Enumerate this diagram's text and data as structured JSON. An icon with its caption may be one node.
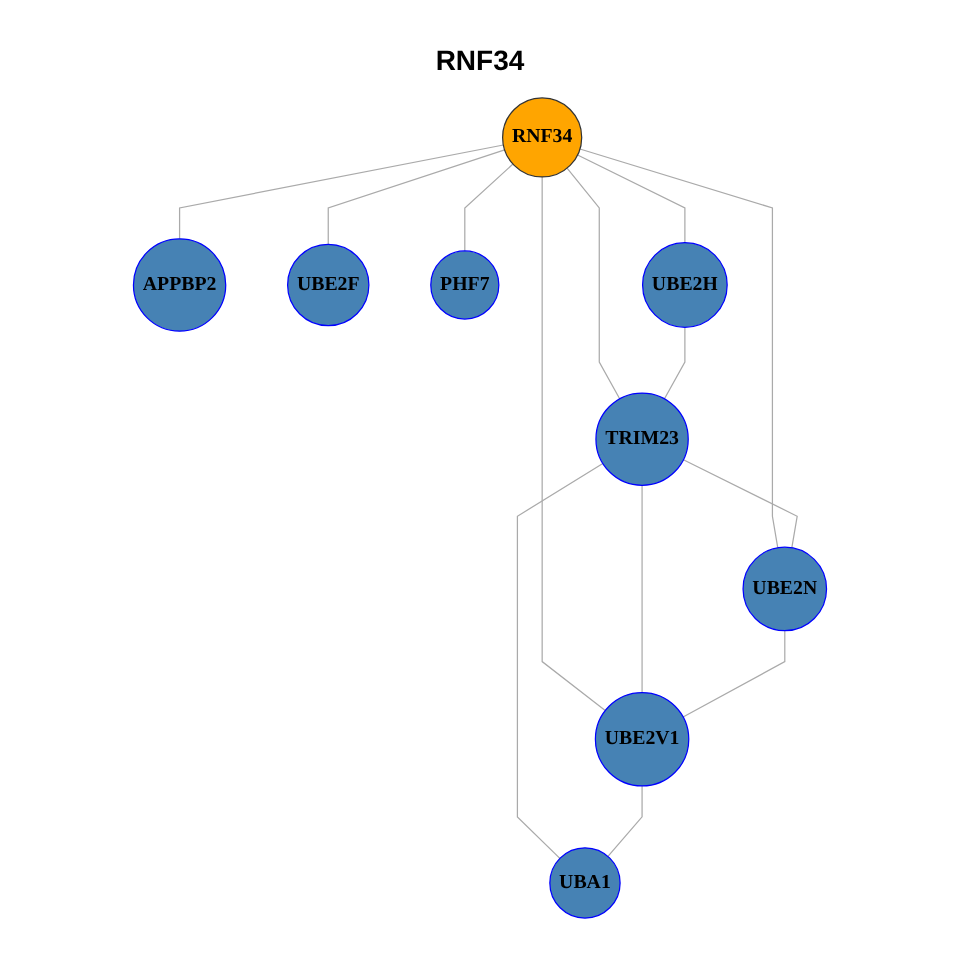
{
  "diagram": {
    "title": "RNF34",
    "nodes": [
      {
        "text": [
          "APPBP2"
        ]
      },
      {
        "text": [
          "UBE2F"
        ]
      },
      {
        "text": [
          "PHF7"
        ]
      },
      {
        "text": [
          "RNF34"
        ]
      },
      {
        "text": [
          "UBE2H"
        ]
      },
      {
        "text": [
          "TRIM23"
        ]
      },
      {
        "text": [
          "UBE2N"
        ]
      },
      {
        "text": [
          "UBA1"
        ]
      },
      {
        "text": [
          "UBE2V1"
        ]
      }
    ],
    "edges": [
      {
        "from": 3,
        "to": 0,
        "arrow": "none"
      },
      {
        "from": 3,
        "to": 1,
        "arrow": "none"
      },
      {
        "from": 3,
        "to": 2,
        "arrow": "none"
      },
      {
        "from": 3,
        "to": 4,
        "arrow": "none"
      },
      {
        "from": 3,
        "to": 5,
        "arrow": "none"
      },
      {
        "from": 3,
        "to": 6,
        "arrow": "none"
      },
      {
        "from": 3,
        "to": 8,
        "arrow": "none"
      },
      {
        "from": 4,
        "to": 5,
        "arrow": "none"
      },
      {
        "from": 5,
        "to": 6,
        "arrow": "none"
      },
      {
        "from": 5,
        "to": 8,
        "arrow": "none"
      },
      {
        "from": 5,
        "to": 7,
        "arrow": "none"
      },
      {
        "from": 6,
        "to": 8,
        "arrow": "none"
      },
      {
        "from": 8,
        "to": 7,
        "arrow": "none"
      }
    ]
  }
}
